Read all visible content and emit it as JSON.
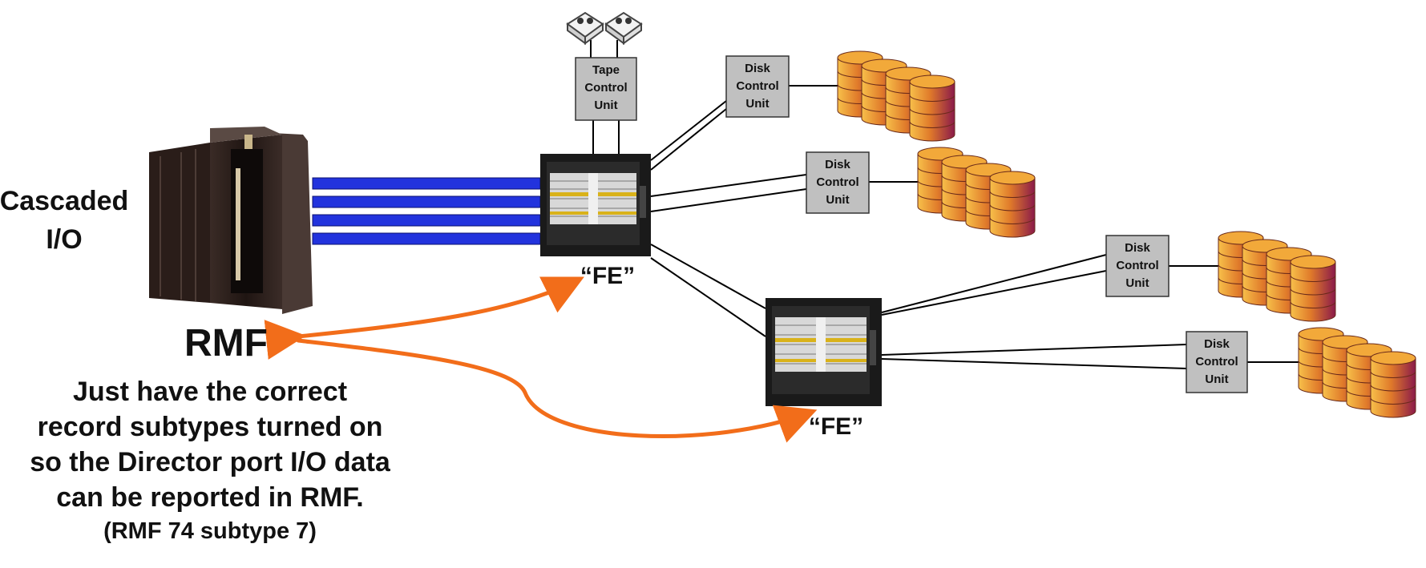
{
  "mainframe": {
    "label_line1": "Cascaded",
    "label_line2": "I/O"
  },
  "rmf": {
    "title": "RMF",
    "note_lines": [
      "Just have the correct",
      "record subtypes turned on",
      "so the Director port I/O data",
      "can be reported in RMF."
    ],
    "record": "(RMF 74 subtype 7)"
  },
  "directors": [
    {
      "label": "“FE”"
    },
    {
      "label": "“FE”"
    }
  ],
  "tape_control_unit": {
    "lines": [
      "Tape",
      "Control",
      "Unit"
    ]
  },
  "disk_control_units": [
    {
      "lines": [
        "Disk",
        "Control",
        "Unit"
      ]
    },
    {
      "lines": [
        "Disk",
        "Control",
        "Unit"
      ]
    },
    {
      "lines": [
        "Disk",
        "Control",
        "Unit"
      ]
    },
    {
      "lines": [
        "Disk",
        "Control",
        "Unit"
      ]
    }
  ],
  "colors": {
    "channel_blue": "#2233dd",
    "arrow_orange": "#f26d1a",
    "control_unit_fill": "#c0c0c0",
    "disk_top": "#f2a93a",
    "disk_body_dark": "#8a1a4a"
  },
  "icons": [
    "mainframe-icon",
    "director-switch-icon",
    "tape-drive-icon",
    "disk-stack-icon"
  ]
}
